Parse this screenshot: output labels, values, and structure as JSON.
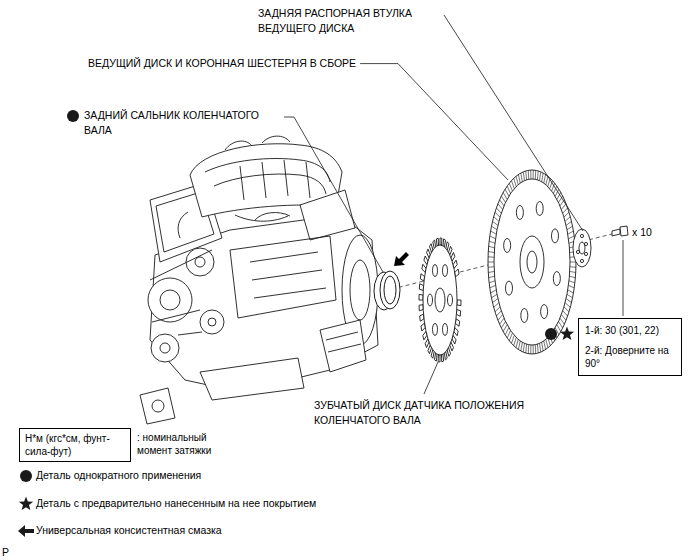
{
  "diagram": {
    "nodes": [
      {
        "text": [
          "1-й: 30 (301, 22)",
          "2-й: Доверните на 90°"
        ]
      },
      {
        "text": [
          "Н*м (кгс*см, фунт-сила-фут)"
        ]
      }
    ],
    "labels": [
      "ЗАДНЯЯ РАСПОРНАЯ ВТУЛКА ВЕДУЩЕГО ДИСКА",
      "ВЕДУЩИЙ ДИСК И КОРОННАЯ ШЕСТЕРНЯ В СБОРЕ",
      "ЗАДНИЙ САЛЬНИК КОЛЕНЧАТОГО ВАЛА",
      "ЗУБЧАТЫЙ ДИСК ДАТЧИКА ПОЛОЖЕНИЯ КОЛЕНЧАТОГО ВАЛА",
      "x 10",
      "P"
    ],
    "legend": [
      {
        "text": ": номинальный момент затяжки"
      },
      {
        "text": "Деталь однократного применения"
      },
      {
        "text": "Деталь с предварительно нанесенным на нее покрытием"
      },
      {
        "text": "Универсальная консистентная смазка"
      }
    ]
  }
}
